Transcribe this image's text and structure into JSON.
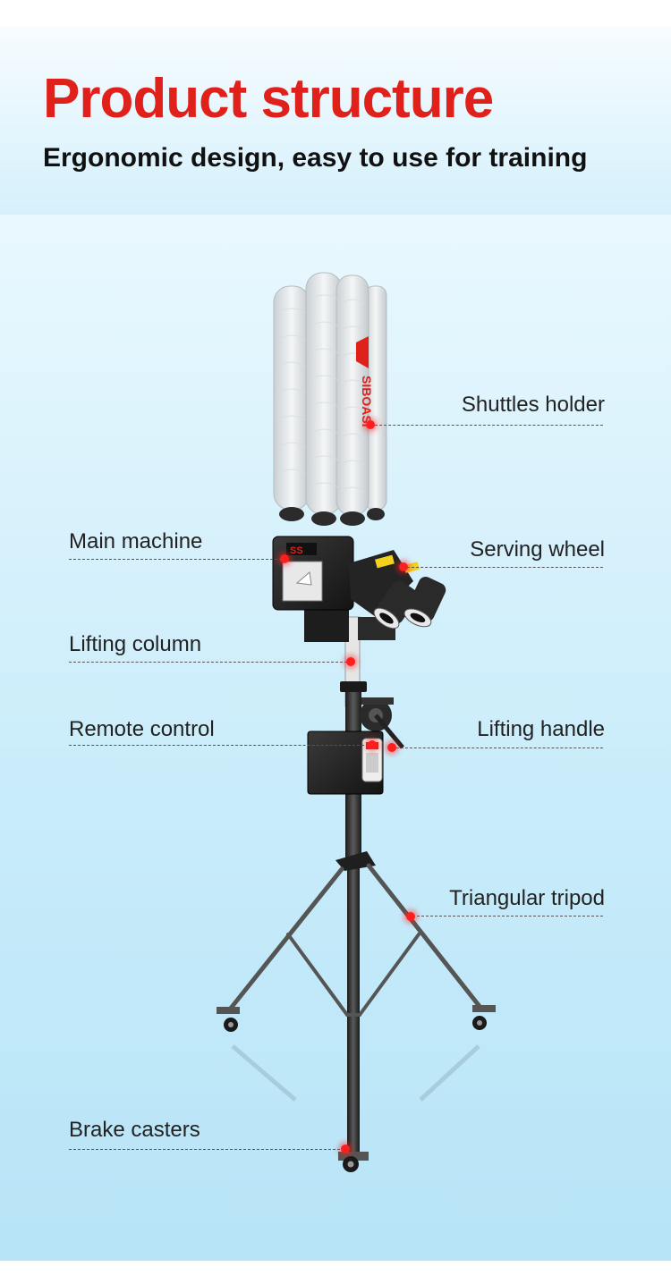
{
  "header": {
    "title": "Product structure",
    "subtitle": "Ergonomic design, easy to use for training"
  },
  "product": {
    "brand_logo_text": "SIBOASI",
    "badge_text": "SS"
  },
  "callouts": {
    "shuttles_holder": "Shuttles holder",
    "main_machine": "Main machine",
    "serving_wheel": "Serving wheel",
    "lifting_column": "Lifting column",
    "remote_control": "Remote control",
    "lifting_handle": "Lifting handle",
    "triangular_tripod": "Triangular tripod",
    "brake_casters": "Brake casters"
  },
  "colors": {
    "title": "#e0211b",
    "marker": "#ff1e1e",
    "background_top": "#e9f8fe",
    "background_bottom": "#b7e4f7"
  }
}
